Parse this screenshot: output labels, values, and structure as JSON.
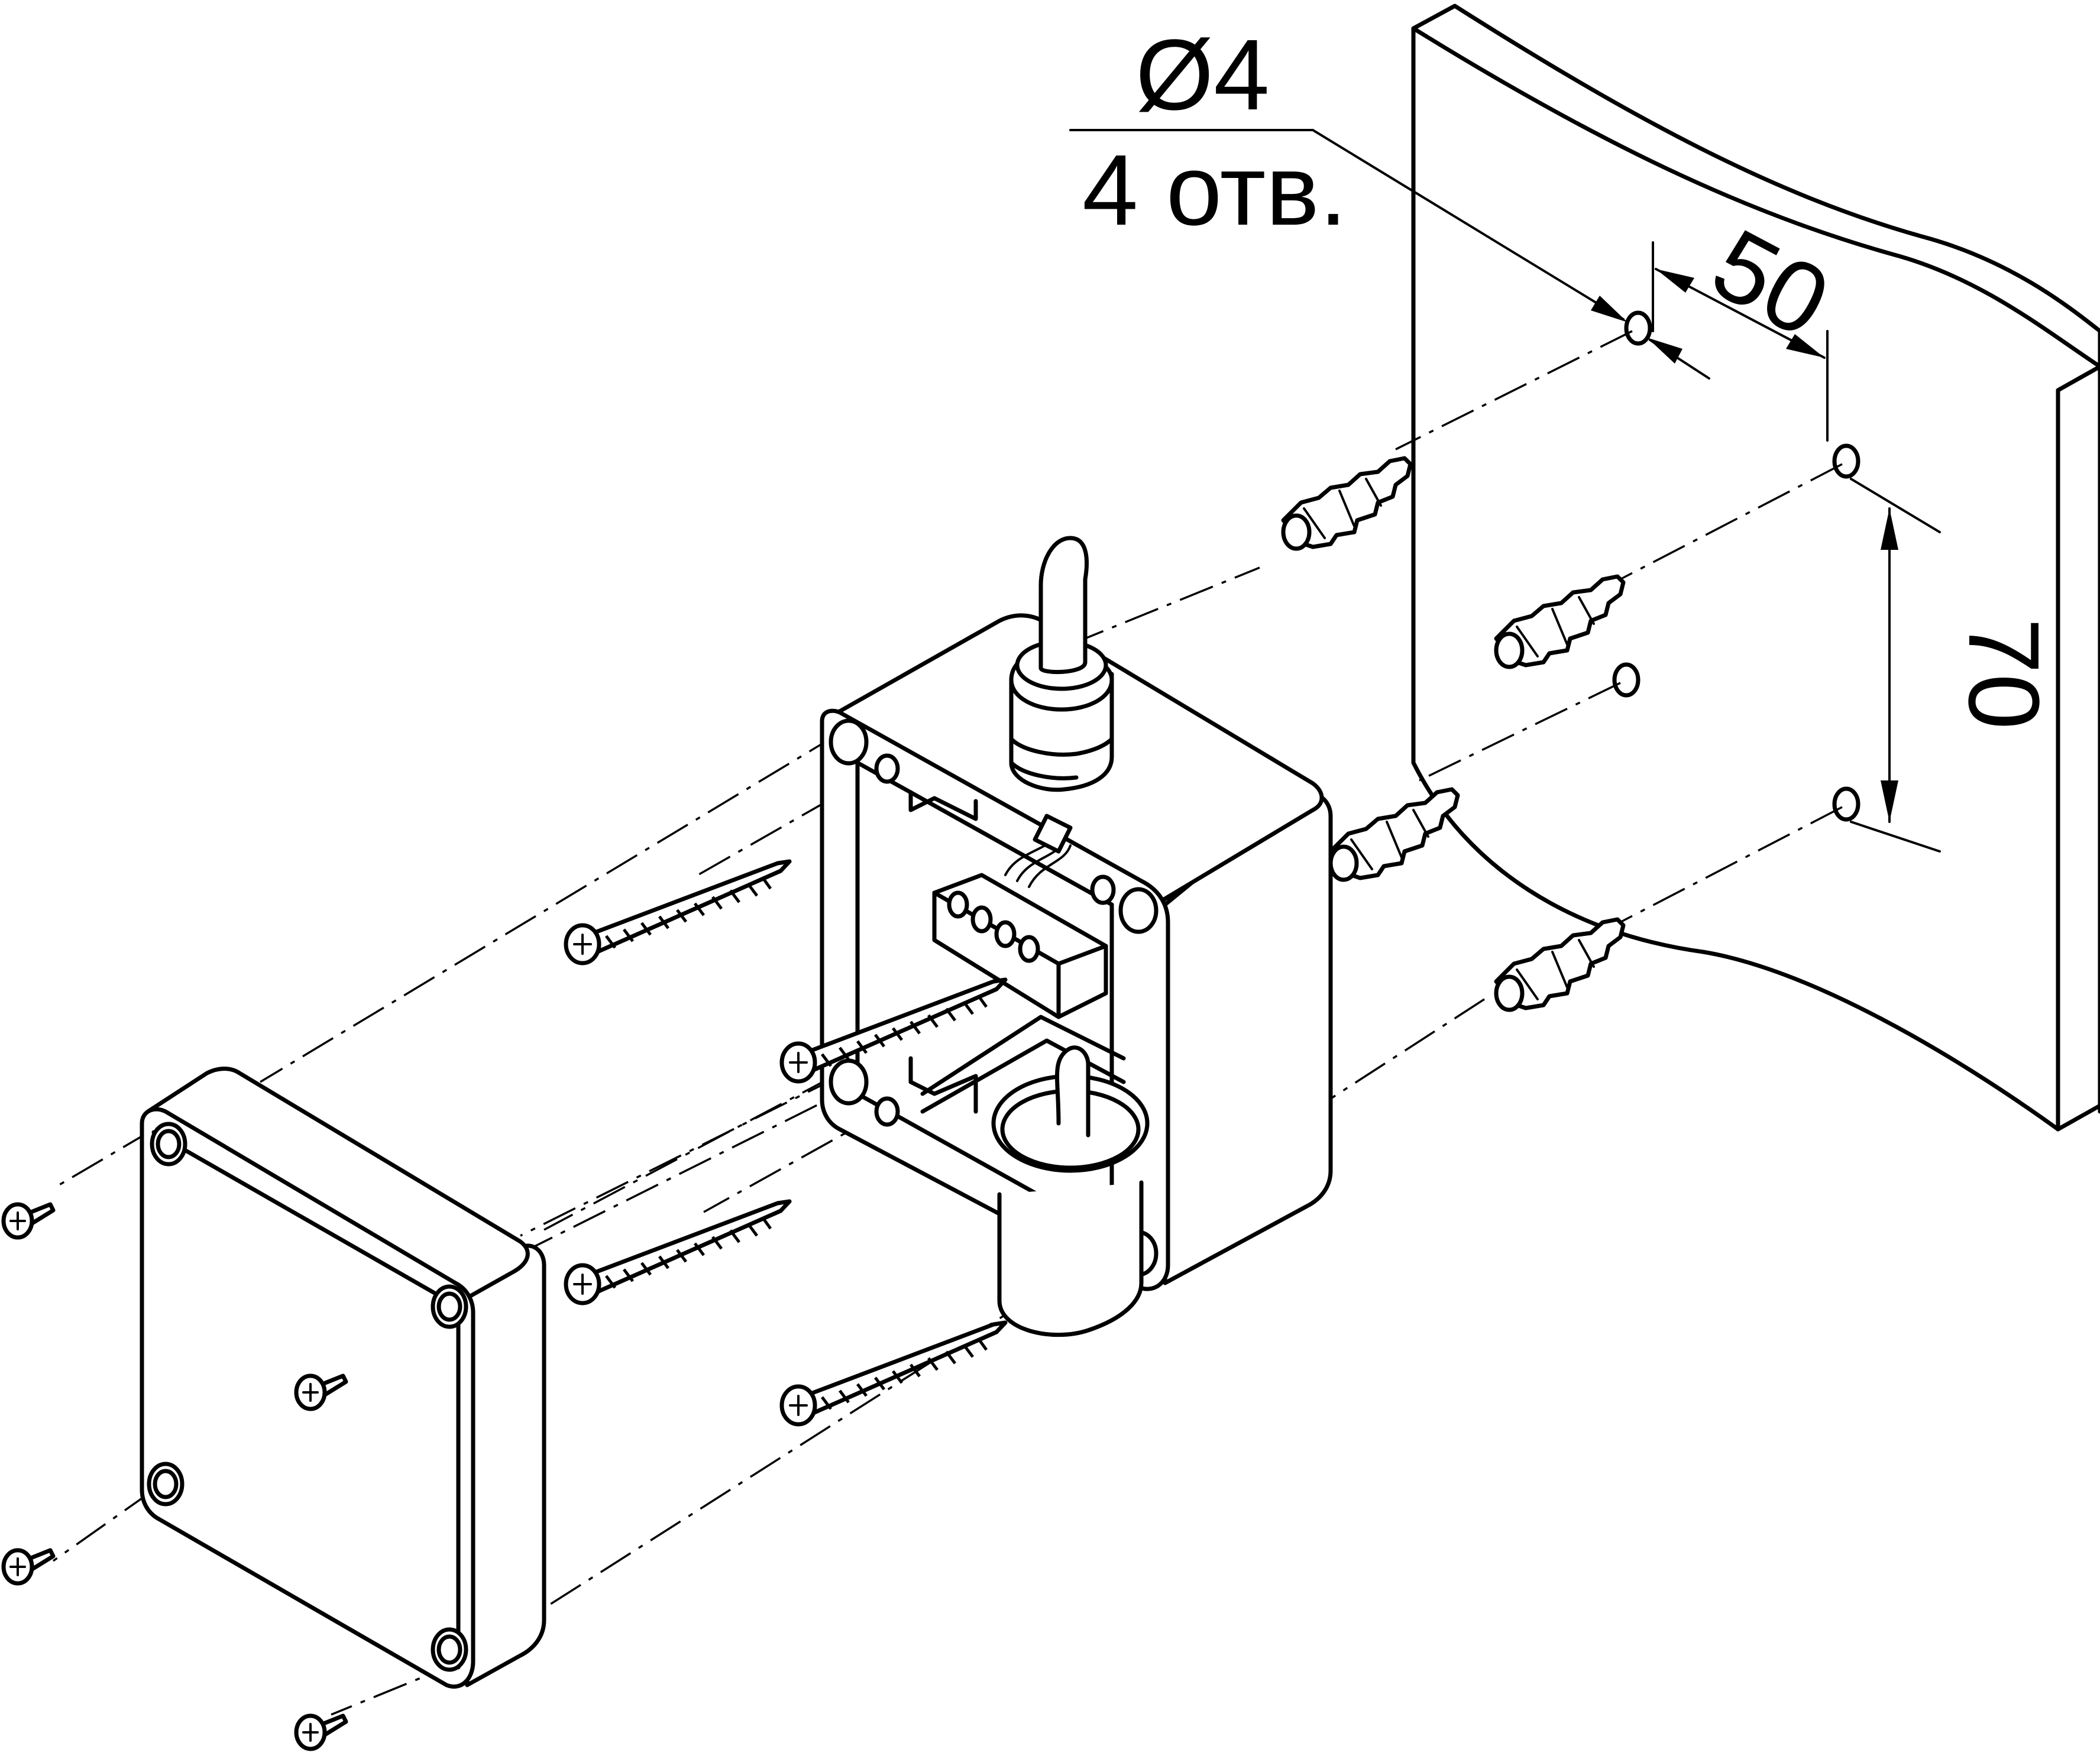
{
  "labels": {
    "hole_diameter": "Ø4",
    "hole_count": "4 отв.",
    "horizontal_spacing": "50",
    "vertical_spacing": "70"
  },
  "colors": {
    "line": "#000000",
    "background": "#ffffff"
  }
}
